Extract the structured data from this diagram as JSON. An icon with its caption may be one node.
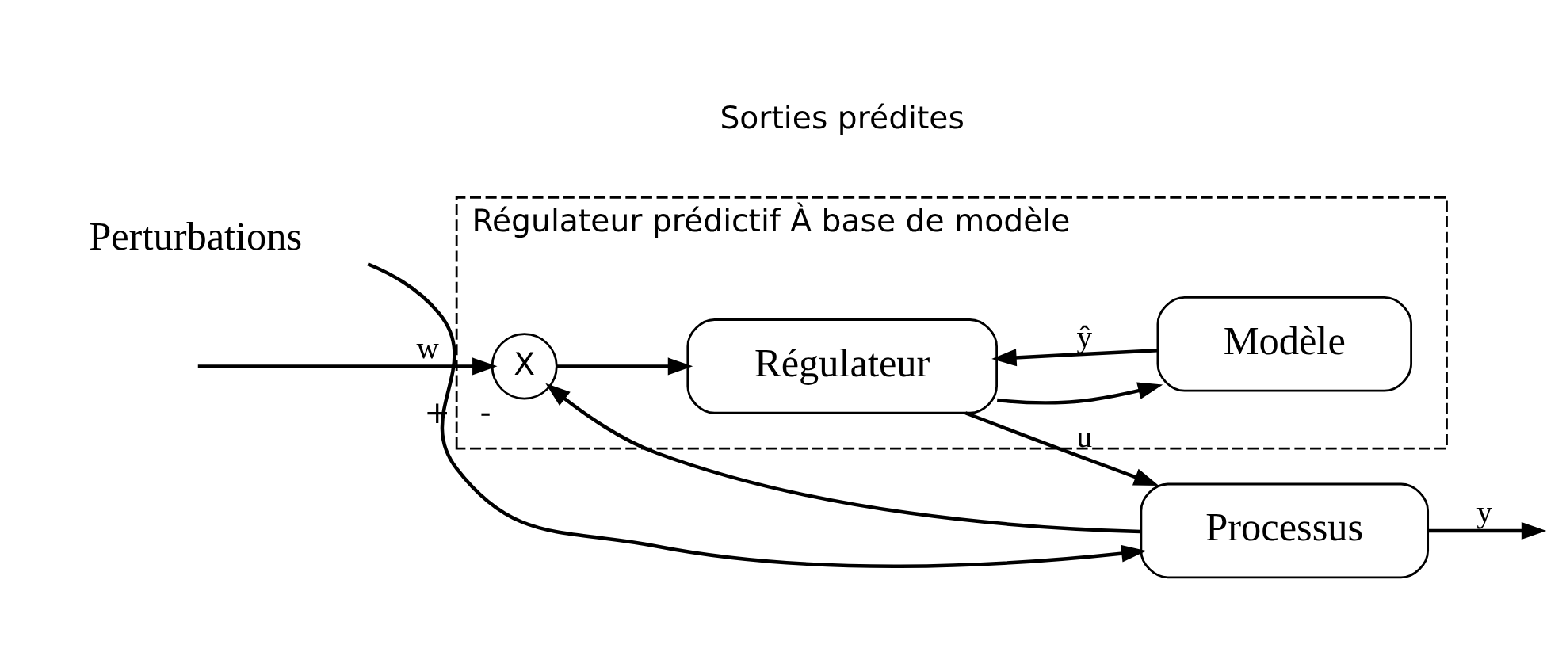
{
  "diagram": {
    "nodes": [
      {
        "text": [
          "Régulateur prédictif À base de modèle"
        ]
      },
      {
        "text": [
          "X"
        ],
        "in": 0,
        "beside": [
          "+",
          "-"
        ]
      },
      {
        "text": [
          "Régulateur"
        ],
        "in": 0
      },
      {
        "text": [
          "Processus"
        ]
      },
      {
        "text": [
          "Modèle"
        ],
        "in": 0
      },
      {
        "text": [
          "Perturbations"
        ]
      }
    ],
    "edges": [
      {
        "from": null,
        "to": 1,
        "arrow": "to",
        "label": "w"
      },
      {
        "from": 1,
        "to": 2,
        "arrow": "to"
      },
      {
        "from": 2,
        "to": 3,
        "arrow": "to",
        "label": "u"
      },
      {
        "from": 2,
        "to": 4,
        "arrow": "to"
      },
      {
        "from": 5,
        "to": 3,
        "arrow": "to"
      },
      {
        "from": 3,
        "to": null,
        "arrow": "to",
        "label": "y"
      },
      {
        "from": 3,
        "to": 1,
        "arrow": "to"
      },
      {
        "from": 4,
        "to": 2,
        "arrow": "to",
        "label": "ŷ"
      }
    ],
    "labels": [
      "Sorties prédites"
    ]
  }
}
